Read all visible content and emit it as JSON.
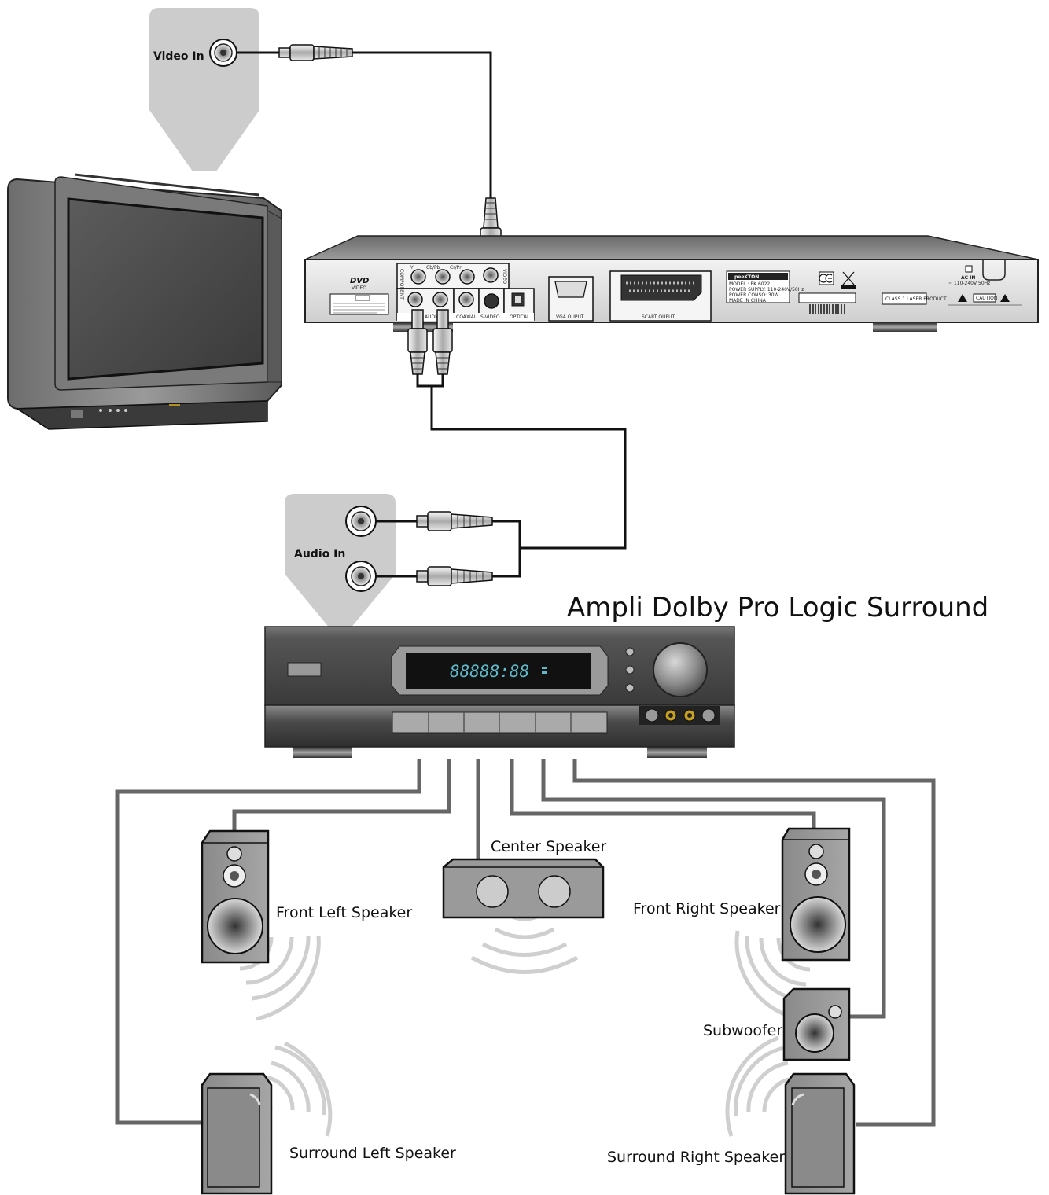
{
  "labels": {
    "video_in": "Video In",
    "audio_in": "Audio In",
    "amp_title": "Ampli Dolby Pro Logic Surround",
    "center_speaker": "Center Speaker",
    "front_left": "Front Left Speaker",
    "front_right": "Front Right Speaker",
    "subwoofer": "Subwoofer",
    "surround_left": "Surround Left Speaker",
    "surround_right": "Surround Right Speaker"
  },
  "dvd_panel": {
    "logo": "DVD",
    "logo_sub": "VIDEO",
    "brand": "peeKTON",
    "component": "COMPONENT",
    "jack_y": "Y",
    "jack_cb": "Cb/Pb",
    "jack_cr": "Cr/Pr",
    "video": "VIDEO",
    "audio": "AUDIO",
    "coaxial": "COAXIAL",
    "s_video": "S-VIDEO",
    "optical": "OPTICAL",
    "vga_output": "VGA OUPUT",
    "scart_output": "SCART OUPUT",
    "model": "MODEL : PK 6022",
    "power_supply": "POWER SUPPLY: 110-240V/50Hz",
    "power_consumption": "POWER CONSO: 30W",
    "made_in": "MADE IN CHINA",
    "class1": "CLASS 1 LASER PRODUCT",
    "ac_in": "AC IN",
    "ac_voltage": "~ 110-240V 50Hz",
    "caution": "CAUTION"
  },
  "amp_display": "88888:88",
  "colors": {
    "device_gray": "#9a9a9a",
    "callout_gray": "#cccccc",
    "amp_body": "#4a4a4a",
    "display_text": "#5fb8c8",
    "wire": "#111111",
    "speaker_wire": "#666666",
    "sound_wave": "#cfcfcf"
  }
}
